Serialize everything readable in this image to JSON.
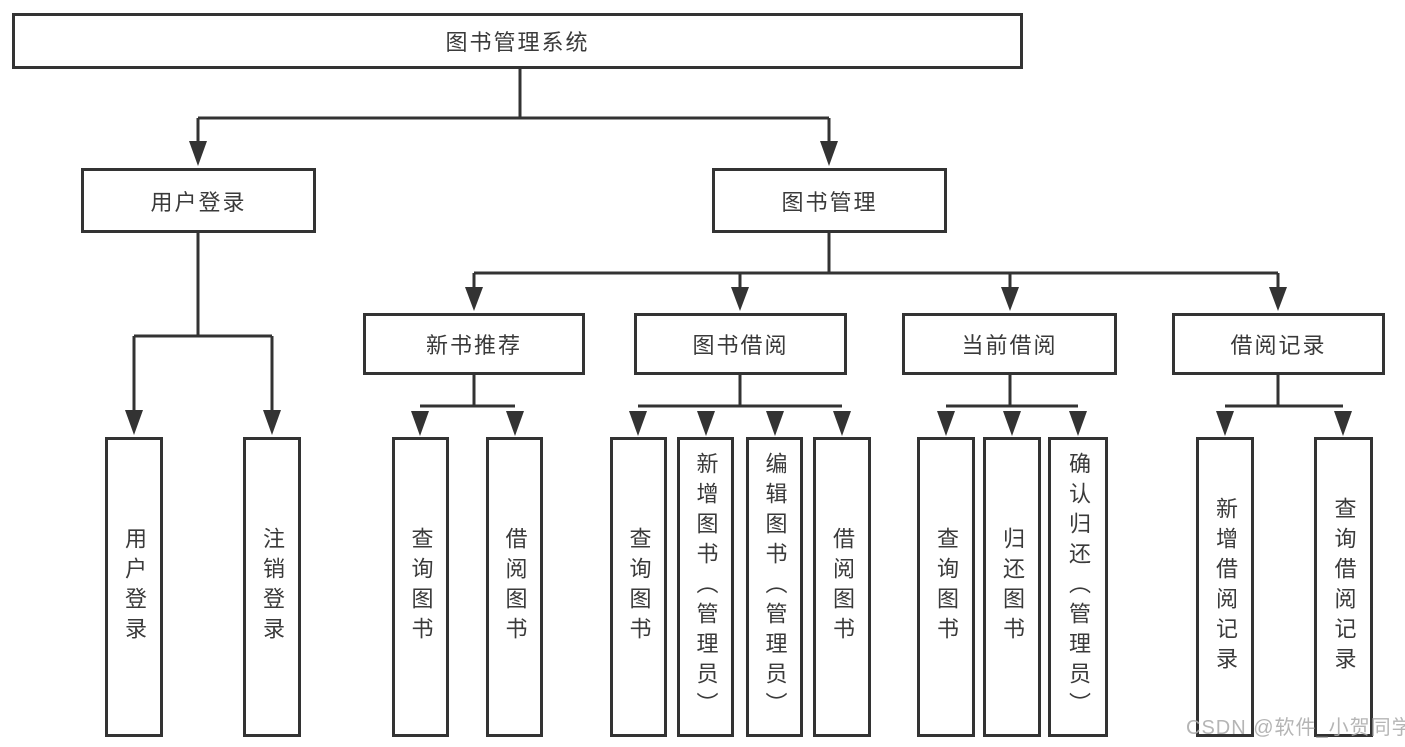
{
  "tree": {
    "root_label": "图书管理系统",
    "branches": [
      {
        "label": "用户登录",
        "children": [
          "用户登录",
          "注销登录"
        ]
      },
      {
        "label": "图书管理",
        "children": [
          {
            "label": "新书推荐",
            "children": [
              "查询图书",
              "借阅图书"
            ]
          },
          {
            "label": "图书借阅",
            "children": [
              "查询图书",
              "新增图书（管理员）",
              "编辑图书（管理员）",
              "借阅图书"
            ]
          },
          {
            "label": "当前借阅",
            "children": [
              "查询图书",
              "归还图书",
              "确认归还（管理员）"
            ]
          },
          {
            "label": "借阅记录",
            "children": [
              "新增借阅记录",
              "查询借阅记录"
            ]
          }
        ]
      }
    ]
  },
  "watermark": "CSDN @软件_小贺同学",
  "colors": {
    "line": "#333333",
    "text": "#3a3a3a",
    "background": "#ffffff",
    "watermark": "#ababab"
  }
}
